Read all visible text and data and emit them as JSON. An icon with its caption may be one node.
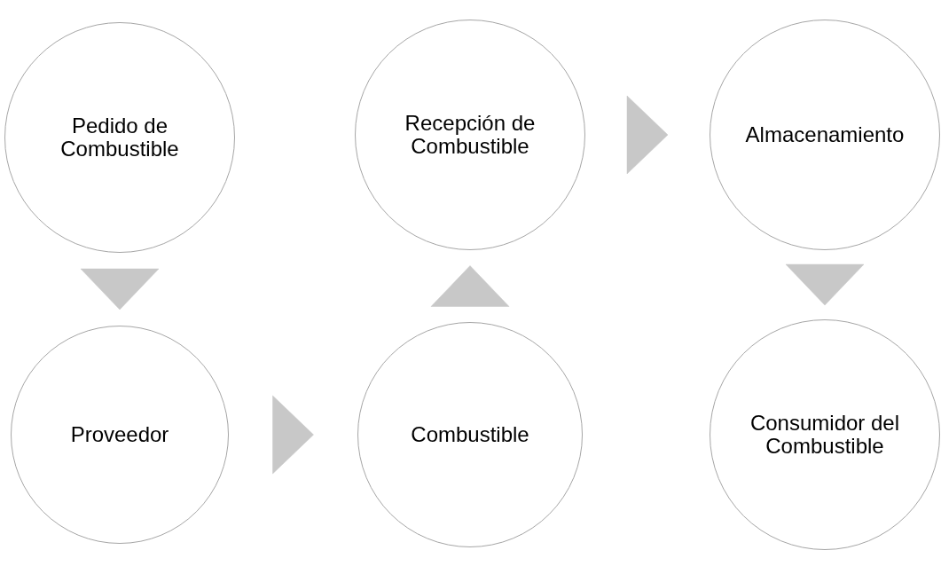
{
  "diagram": {
    "nodes": [
      {
        "text": [
          "Pedido de Combustible"
        ]
      },
      {
        "text": [
          "Proveedor"
        ]
      },
      {
        "text": [
          "Combustible"
        ]
      },
      {
        "text": [
          "Recepción de Combustible"
        ]
      },
      {
        "text": [
          "Almacenamiento"
        ]
      },
      {
        "text": [
          "Consumidor del Combustible"
        ]
      }
    ],
    "edges": [
      {
        "from": 0,
        "to": 1,
        "arrow": "to"
      },
      {
        "from": 1,
        "to": 2,
        "arrow": "to"
      },
      {
        "from": 2,
        "to": 3,
        "arrow": "to"
      },
      {
        "from": 3,
        "to": 4,
        "arrow": "to"
      },
      {
        "from": 4,
        "to": 5,
        "arrow": "to"
      }
    ]
  }
}
